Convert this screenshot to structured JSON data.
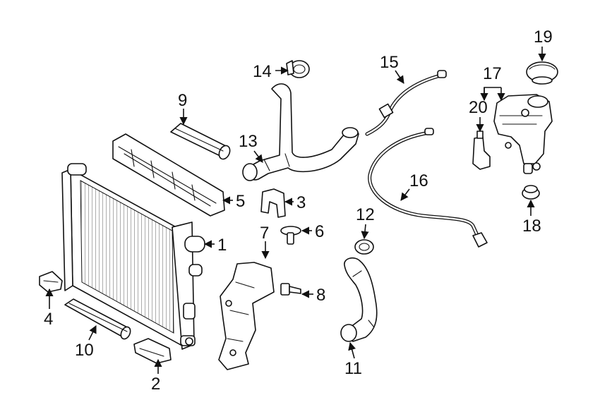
{
  "callouts": {
    "c1": "1",
    "c2": "2",
    "c3": "3",
    "c4": "4",
    "c5": "5",
    "c6": "6",
    "c7": "7",
    "c8": "8",
    "c9": "9",
    "c10": "10",
    "c11": "11",
    "c12": "12",
    "c13": "13",
    "c14": "14",
    "c15": "15",
    "c16": "16",
    "c17": "17",
    "c18": "18",
    "c19": "19",
    "c20": "20"
  },
  "colors": {
    "ink": "#111111",
    "background": "#ffffff"
  }
}
